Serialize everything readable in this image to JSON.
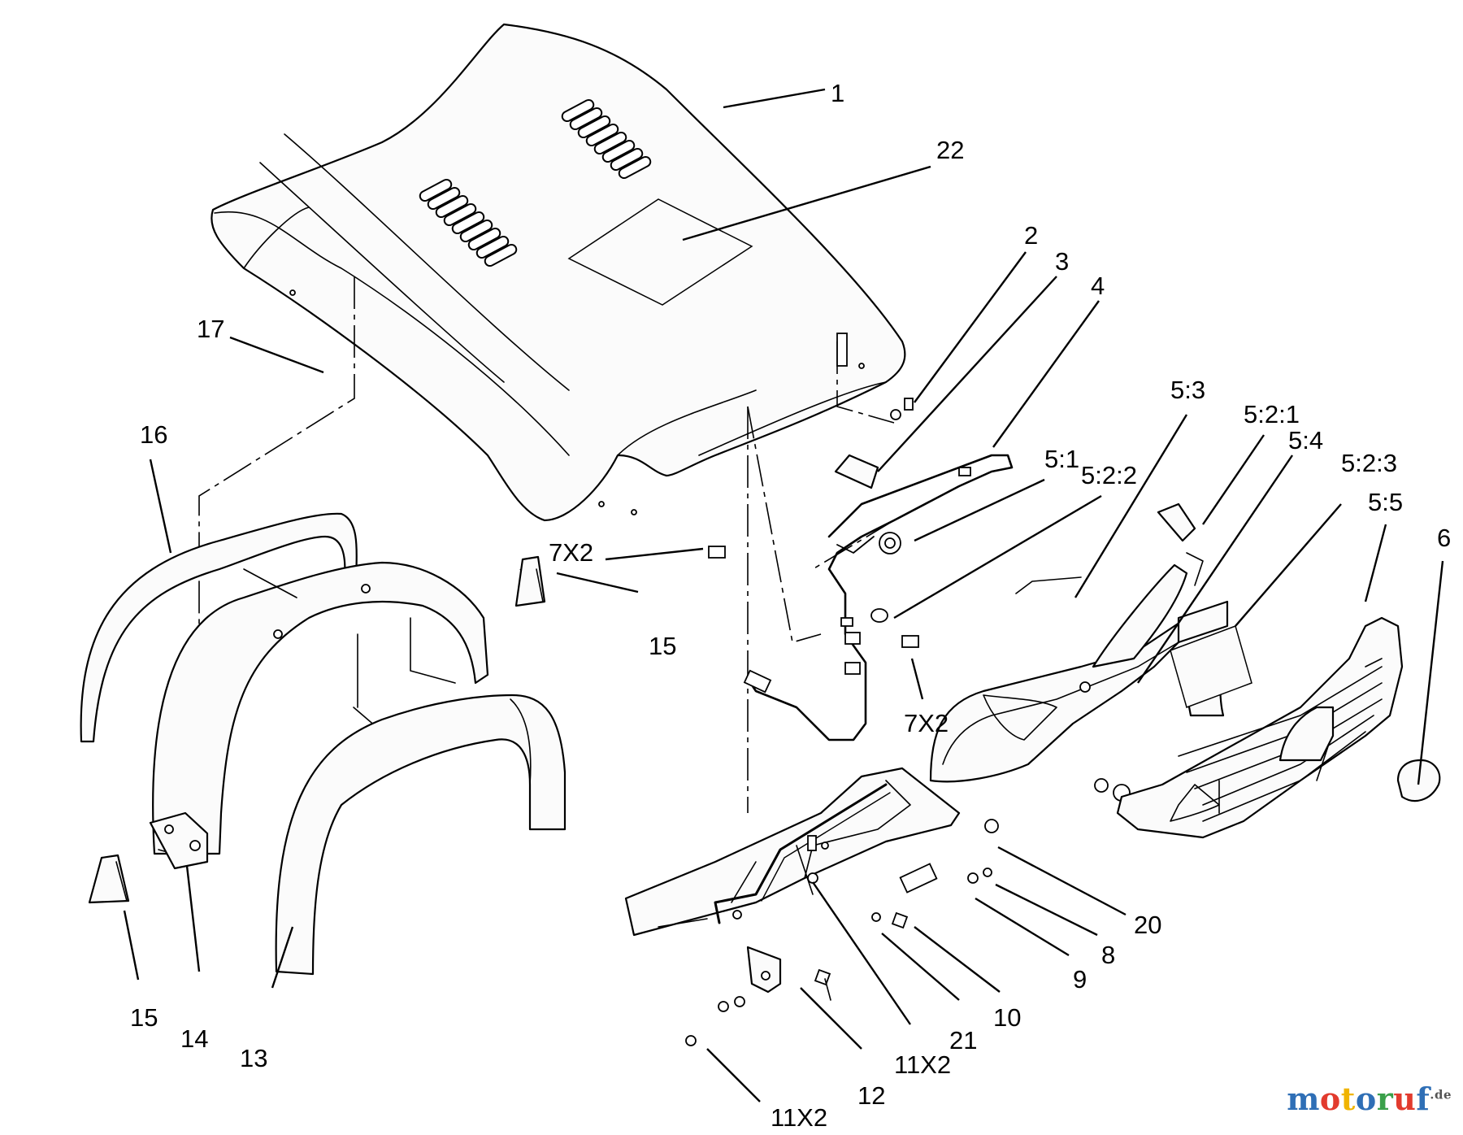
{
  "callouts": [
    {
      "id": "c1",
      "text": "1"
    },
    {
      "id": "c22",
      "text": "22"
    },
    {
      "id": "c2",
      "text": "2"
    },
    {
      "id": "c3",
      "text": "3"
    },
    {
      "id": "c4",
      "text": "4"
    },
    {
      "id": "c17",
      "text": "17"
    },
    {
      "id": "c16",
      "text": "16"
    },
    {
      "id": "c5-3",
      "text": "5:3"
    },
    {
      "id": "c5-2-1",
      "text": "5:2:1"
    },
    {
      "id": "c5-1",
      "text": "5:1"
    },
    {
      "id": "c5-2-2",
      "text": "5:2:2"
    },
    {
      "id": "c5-4",
      "text": "5:4"
    },
    {
      "id": "c5-2-3",
      "text": "5:2:3"
    },
    {
      "id": "c5-5",
      "text": "5:5"
    },
    {
      "id": "c6",
      "text": "6"
    },
    {
      "id": "c7x2-a",
      "text": "7X2"
    },
    {
      "id": "c15-a",
      "text": "15"
    },
    {
      "id": "c7x2-b",
      "text": "7X2"
    },
    {
      "id": "c20",
      "text": "20"
    },
    {
      "id": "c8",
      "text": "8"
    },
    {
      "id": "c9",
      "text": "9"
    },
    {
      "id": "c10",
      "text": "10"
    },
    {
      "id": "c21",
      "text": "21"
    },
    {
      "id": "c11x2-a",
      "text": "11X2"
    },
    {
      "id": "c12",
      "text": "12"
    },
    {
      "id": "c11x2-b",
      "text": "11X2"
    },
    {
      "id": "c13",
      "text": "13"
    },
    {
      "id": "c14",
      "text": "14"
    },
    {
      "id": "c15-b",
      "text": "15"
    }
  ],
  "watermark": {
    "letters": [
      "m",
      "o",
      "t",
      "o",
      "r",
      "u",
      "f"
    ],
    "letter_colors": [
      "#2f6fb6",
      "#e23b2e",
      "#f0b400",
      "#2f6fb6",
      "#3aa04a",
      "#e23b2e",
      "#2f6fb6"
    ],
    "tld": ".de"
  }
}
